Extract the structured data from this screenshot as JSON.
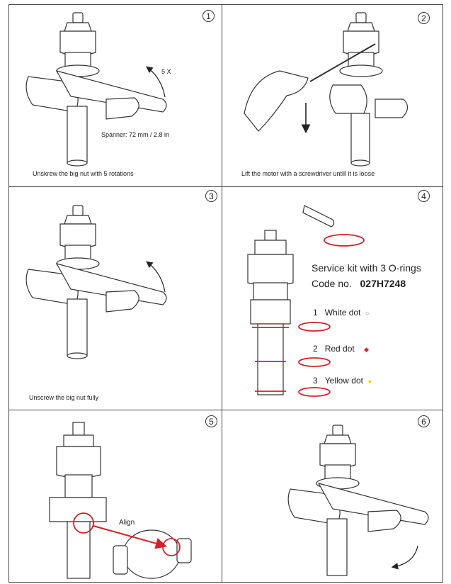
{
  "panels": [
    {
      "number": "1",
      "caption": "Unskrew the big nut with 5 rotations",
      "rotation_label": "5 X",
      "spanner_label": "Spanner: 72 mm / 2.8 in"
    },
    {
      "number": "2",
      "caption": "Lift the motor with a screwdriver untill it is loose"
    },
    {
      "number": "3",
      "caption": "Unscrew the big nut fully"
    },
    {
      "number": "4",
      "kit_title": "Service kit with 3  O-rings",
      "code_label": "Code no.",
      "code_value": "027H7248",
      "orings": [
        {
          "num": "1",
          "label": "White dot",
          "dot": "○",
          "color": "#7a6cc8"
        },
        {
          "num": "2",
          "label": "Red dot",
          "dot": "◆",
          "color": "#e0202a"
        },
        {
          "num": "3",
          "label": "Yellow dot",
          "dot": "●",
          "color": "#f2d400"
        }
      ]
    },
    {
      "number": "5",
      "align_label": "Align"
    },
    {
      "number": "6"
    }
  ],
  "colors": {
    "highlight_red": "#d4202a",
    "line": "#333333"
  }
}
